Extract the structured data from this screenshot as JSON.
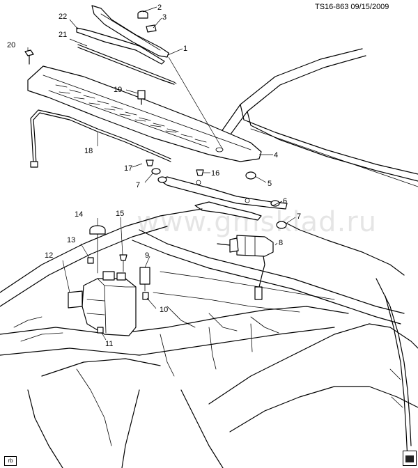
{
  "diagram": {
    "reference": "TS16-863  09/15/2009",
    "watermark": "www.gmsklad.ru",
    "tag": "rb",
    "callouts": [
      {
        "id": "c1",
        "label": "1"
      },
      {
        "id": "c2",
        "label": "2"
      },
      {
        "id": "c3",
        "label": "3"
      },
      {
        "id": "c4",
        "label": "4"
      },
      {
        "id": "c5",
        "label": "5"
      },
      {
        "id": "c6",
        "label": "6"
      },
      {
        "id": "c7a",
        "label": "7"
      },
      {
        "id": "c7b",
        "label": "7"
      },
      {
        "id": "c8",
        "label": "8"
      },
      {
        "id": "c9",
        "label": "9"
      },
      {
        "id": "c10",
        "label": "10"
      },
      {
        "id": "c11",
        "label": "11"
      },
      {
        "id": "c12",
        "label": "12"
      },
      {
        "id": "c13",
        "label": "13"
      },
      {
        "id": "c14",
        "label": "14"
      },
      {
        "id": "c15",
        "label": "15"
      },
      {
        "id": "c16",
        "label": "16"
      },
      {
        "id": "c17",
        "label": "17"
      },
      {
        "id": "c18",
        "label": "18"
      },
      {
        "id": "c19",
        "label": "19"
      },
      {
        "id": "c20",
        "label": "20"
      },
      {
        "id": "c21",
        "label": "21"
      },
      {
        "id": "c22",
        "label": "22"
      }
    ]
  }
}
